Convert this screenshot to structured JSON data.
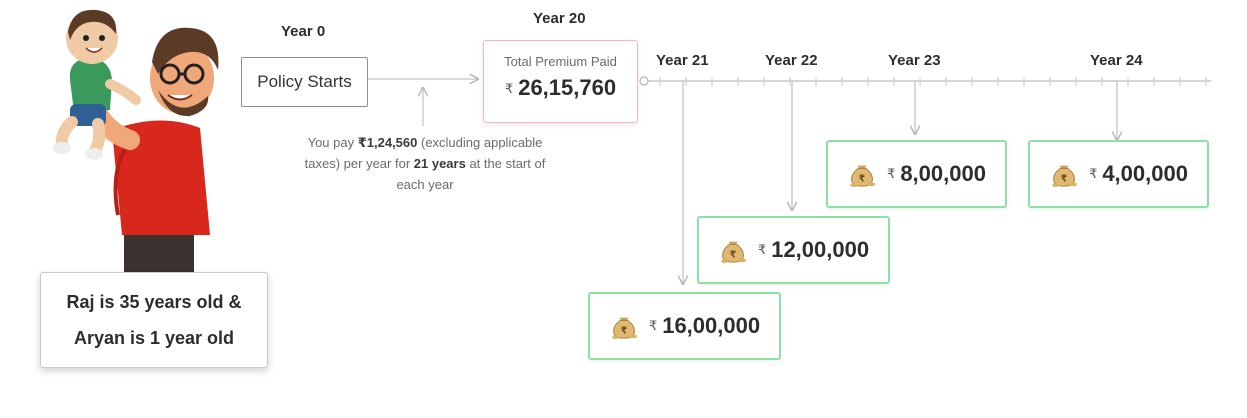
{
  "illustration": {
    "caption_line1": "Raj is 35 years old &",
    "caption_line2": "Aryan is 1 year old"
  },
  "policy": {
    "year_label": "Year 0",
    "label": "Policy Starts"
  },
  "payment_note": {
    "prefix": "You pay ",
    "amount": "₹1,24,560",
    "mid": " (excluding applicable taxes) per year for ",
    "years": "21 years",
    "suffix": " at the start of each year"
  },
  "premium": {
    "year_label": "Year 20",
    "title": "Total Premium Paid",
    "currency": "₹",
    "amount": "26,15,760"
  },
  "timeline": {
    "years": [
      "Year 21",
      "Year 22",
      "Year 23",
      "Year 24"
    ]
  },
  "payouts": [
    {
      "year": "Year 21",
      "currency": "₹",
      "amount": "16,00,000",
      "icon": "money-bag-icon"
    },
    {
      "year": "Year 22",
      "currency": "₹",
      "amount": "12,00,000",
      "icon": "money-bag-icon"
    },
    {
      "year": "Year 23",
      "currency": "₹",
      "amount": "8,00,000",
      "icon": "money-bag-icon"
    },
    {
      "year": "Year 24",
      "currency": "₹",
      "amount": "4,00,000",
      "icon": "money-bag-icon"
    }
  ],
  "colors": {
    "premium_border": "#f4b8b8",
    "payout_border": "#8ee0a4",
    "line": "#bdbdbd"
  }
}
